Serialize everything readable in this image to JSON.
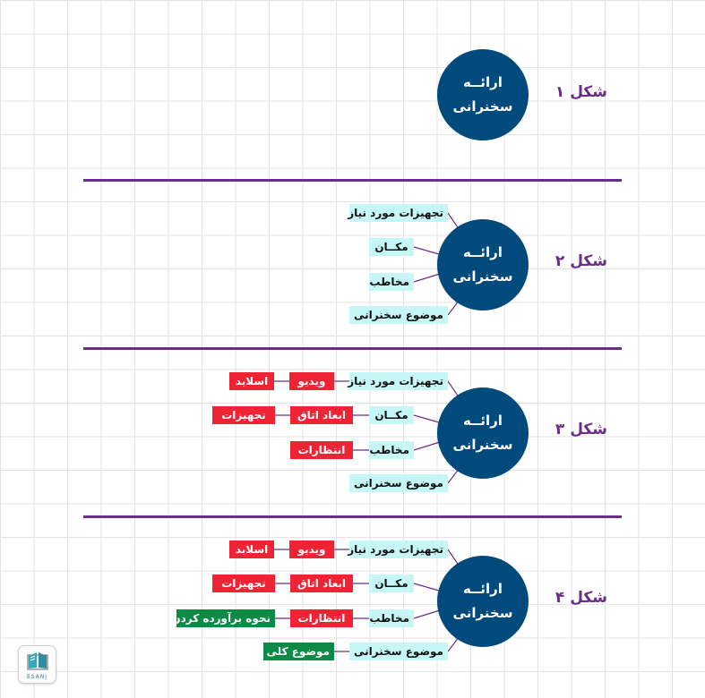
{
  "figures": [
    {
      "label": "شکل ۱",
      "center": {
        "line1": "ارائــه",
        "line2": "سخنرانی"
      }
    },
    {
      "label": "شکل ۲",
      "center": {
        "line1": "ارائــه",
        "line2": "سخنرانی"
      },
      "branches": [
        "تجهیزات مورد نیاز",
        "مکــان",
        "مخاطب",
        "موضوع سخنرانی"
      ]
    },
    {
      "label": "شکل ۳",
      "center": {
        "line1": "ارائــه",
        "line2": "سخنرانی"
      },
      "branches": [
        "تجهیزات مورد نیاز",
        "مکــان",
        "مخاطب",
        "موضوع سخنرانی"
      ],
      "sub_items": [
        "ویدیو",
        "اسلاید",
        "ابعاد اتاق",
        "تجهیزات",
        "انتظارات"
      ]
    },
    {
      "label": "شکل ۴",
      "center": {
        "line1": "ارائــه",
        "line2": "سخنرانی"
      },
      "branches": [
        "تجهیزات مورد نیاز",
        "مکــان",
        "مخاطب",
        "موضوع سخنرانی"
      ],
      "sub_items": [
        "ویدیو",
        "اسلاید",
        "ابعاد اتاق",
        "تجهیزات",
        "انتظارات",
        "نحوه برآورده کردن",
        "موضوع کلی"
      ]
    }
  ],
  "logo": {
    "text": "ESANJ",
    "icon": "book-icon"
  },
  "colors": {
    "circle": "#004a7c",
    "label": "#6a2e86",
    "branch": "#c7f6f7",
    "sub_red": "#ee2434",
    "sub_green": "#0d8a45"
  }
}
